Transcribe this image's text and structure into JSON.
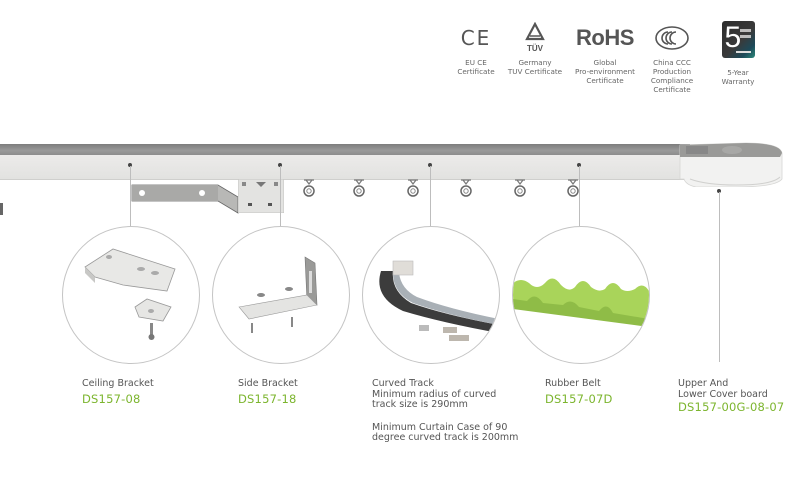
{
  "certificates": [
    {
      "icon": "ce-mark-icon",
      "logo_text": "CE",
      "caption": [
        "EU CE",
        "Certificate"
      ]
    },
    {
      "icon": "tuv-triangle-icon",
      "logo_text": "TÜV",
      "caption": [
        "Germany",
        "TUV Certificate"
      ]
    },
    {
      "icon": "rohs-icon",
      "logo_text": "RoHS",
      "caption": [
        "Global",
        "Pro-environment",
        "Certificate"
      ]
    },
    {
      "icon": "ccc-mark-icon",
      "logo_text": "CCC",
      "caption": [
        "China CCC",
        "Production",
        "Compliance",
        "Certificate"
      ]
    },
    {
      "icon": "five-year-warranty-icon",
      "logo_text": "5",
      "caption": [
        "5-Year",
        "Warranty"
      ]
    }
  ],
  "parts": [
    {
      "name": "Ceiling Bracket",
      "code": "DS157-08",
      "notes": []
    },
    {
      "name": "Side Bracket",
      "code": "DS157-18",
      "notes": []
    },
    {
      "name": "Curved Track",
      "code": "",
      "notes": [
        "Minimum radius of curved",
        "track size is 290mm",
        "Minimum Curtain Case of 90",
        "degree curved track is 200mm"
      ]
    },
    {
      "name": "Rubber Belt",
      "code": "DS157-07D",
      "notes": []
    },
    {
      "name": "Upper And",
      "name_line2": "Lower Cover board",
      "code": "DS157-00G-08-07",
      "notes": []
    }
  ],
  "colors": {
    "code_green": "#7cb52e",
    "rail_dark": "#8a8a8a",
    "rail_light": "#e6e6e4",
    "belt_green": "#9ccc4e"
  }
}
